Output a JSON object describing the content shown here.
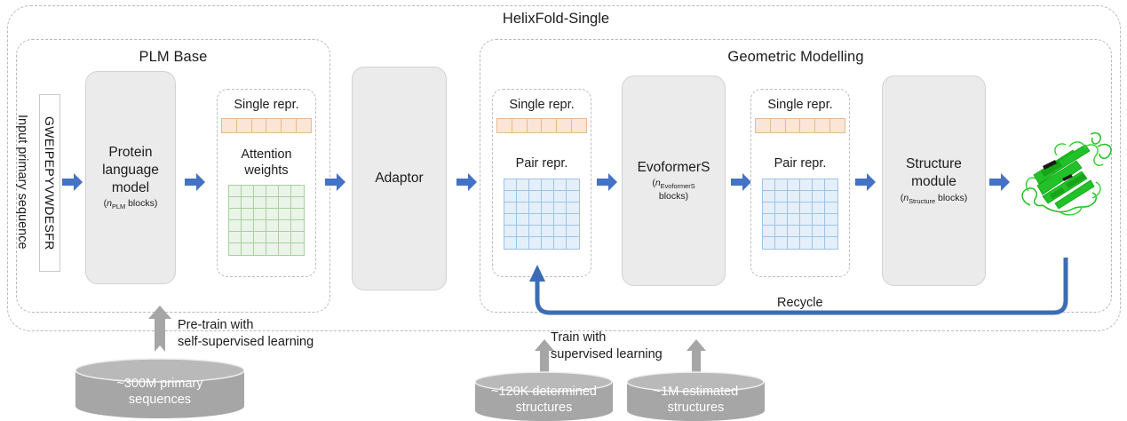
{
  "diagram": {
    "title": "HelixFold-Single",
    "sections": [
      {
        "id": "plm",
        "title": "PLM Base"
      },
      {
        "id": "geometric",
        "title": "Geometric Modelling"
      }
    ],
    "input": {
      "sequence": "GWEIPEPYVWDESFR",
      "caption": "Input primary sequence"
    },
    "modules": [
      {
        "id": "plm-model",
        "line1": "Protein",
        "line2": "language",
        "line3": "model",
        "sub_prefix": "(",
        "sub_var": "n",
        "sub_script": "PLM",
        "sub_suffix": " blocks)"
      },
      {
        "id": "adaptor",
        "line1": "Adaptor",
        "line2": "",
        "line3": "",
        "sub_prefix": "",
        "sub_var": "",
        "sub_script": "",
        "sub_suffix": ""
      },
      {
        "id": "evoformers",
        "line1": "EvoformerS",
        "line2": "",
        "line3": "",
        "sub_prefix": "(",
        "sub_var": "n",
        "sub_script": "EvoformerS",
        "sub_suffix": " blocks)"
      },
      {
        "id": "structure-module",
        "line1": "Structure",
        "line2": "module",
        "line3": "",
        "sub_prefix": "(",
        "sub_var": "n",
        "sub_script": "Structure",
        "sub_suffix": " blocks)"
      }
    ],
    "panels": [
      {
        "id": "plm-output",
        "top_label": "Single repr.",
        "bottom_label": "Attention weights",
        "top_cells": 6,
        "bottom_rows": 6,
        "bottom_cols": 6,
        "top_color": "#fbe5d6",
        "top_border": "#e8b98f",
        "bottom_color": "#eaf4e8",
        "bottom_border": "#a9cfa2"
      },
      {
        "id": "geo-input",
        "top_label": "Single repr.",
        "bottom_label": "Pair repr.",
        "top_cells": 6,
        "bottom_rows": 6,
        "bottom_cols": 6,
        "top_color": "#fbe5d6",
        "top_border": "#e8b98f",
        "bottom_color": "#e4effa",
        "bottom_border": "#9dc3e6"
      },
      {
        "id": "geo-output",
        "top_label": "Single repr.",
        "bottom_label": "Pair repr.",
        "top_cells": 6,
        "bottom_rows": 6,
        "bottom_cols": 6,
        "top_color": "#fbe5d6",
        "top_border": "#e8b98f",
        "bottom_color": "#e4effa",
        "bottom_border": "#9dc3e6"
      }
    ],
    "recycle": {
      "label": "Recycle",
      "color": "#3b6cb5"
    },
    "training": [
      {
        "id": "pretrain",
        "caption_line1": "Pre-train with",
        "caption_line2": "self-supervised learning",
        "db_line1": "~300M primary",
        "db_line2": "sequences"
      },
      {
        "id": "supervised",
        "caption_line1": "Train with",
        "caption_line2": "supervised learning",
        "db_line1": "~120K determined",
        "db_line2": "structures"
      },
      {
        "id": "distill",
        "caption_line1": "",
        "caption_line2": "",
        "db_line1": "~1M estimated",
        "db_line2": "structures"
      }
    ],
    "output": {
      "label": "predicted-protein-structure",
      "color": "#22c12a"
    },
    "colors": {
      "arrow_blue": "#4472c4",
      "module_fill": "#ebebeb",
      "dashed_border": "#b9b9b9",
      "cylinder_fill": "#a6a6a6",
      "grey_arrow": "#a6a6a6"
    }
  }
}
